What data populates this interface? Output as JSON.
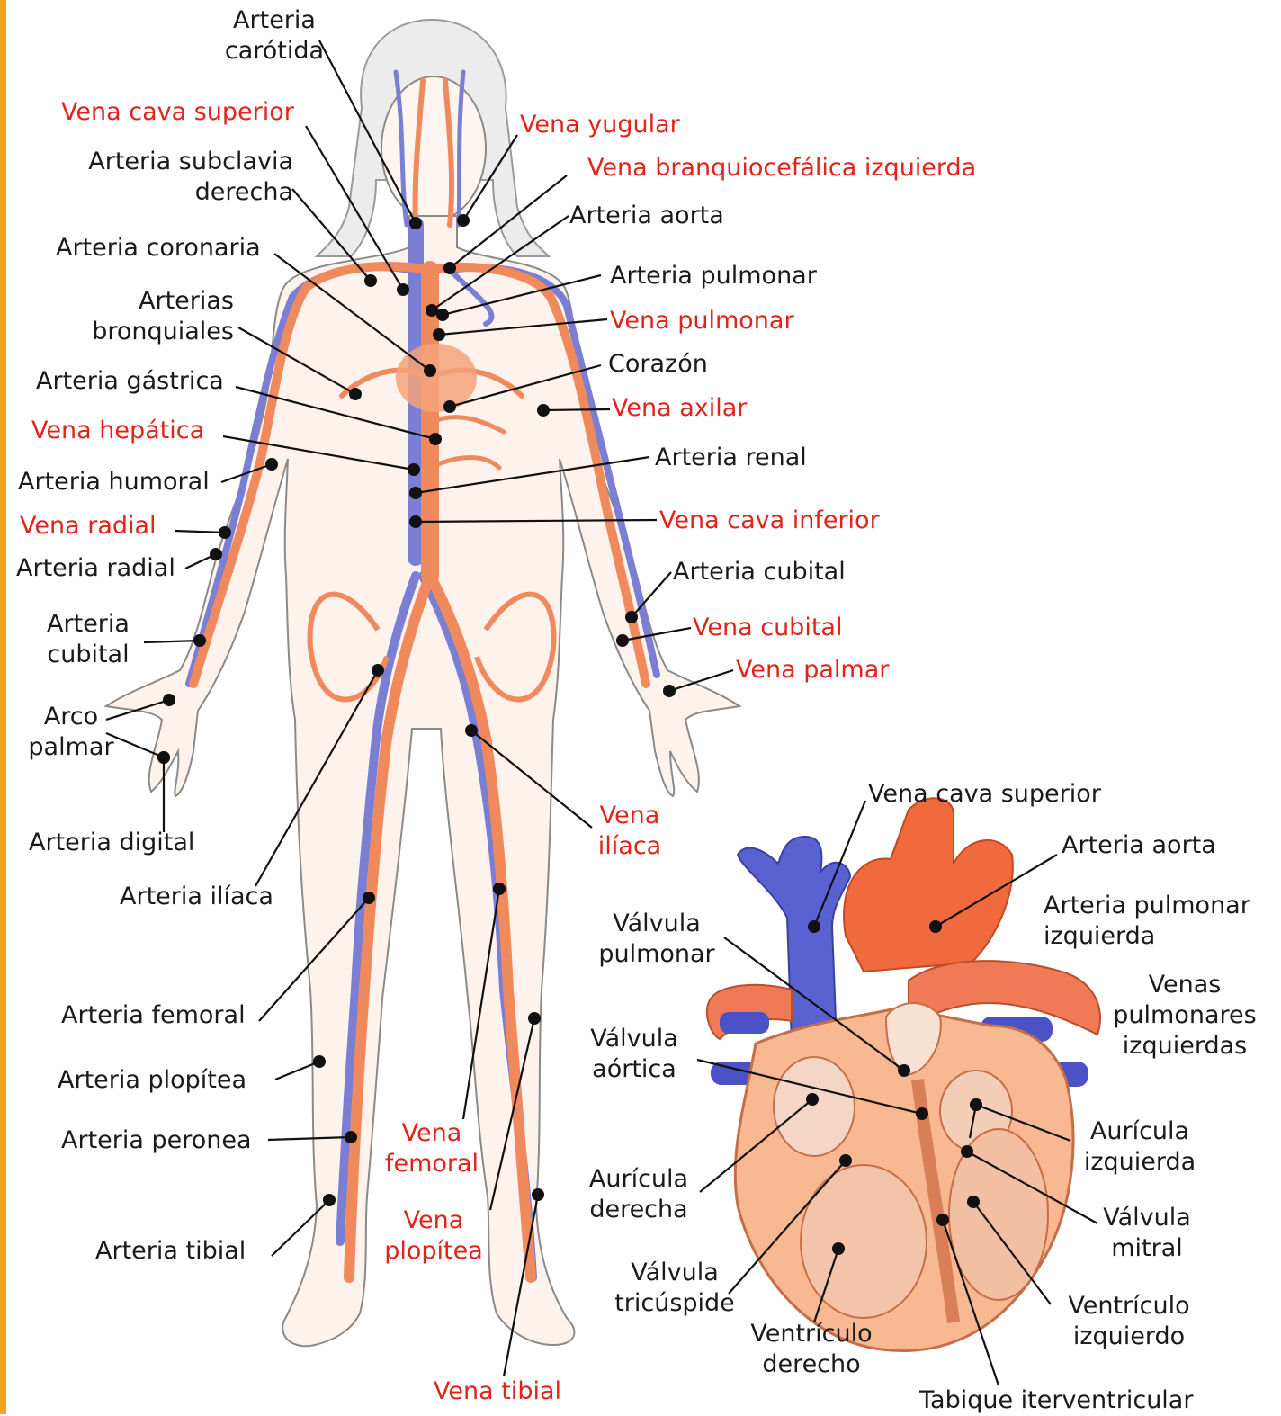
{
  "colors": {
    "artery_text": "#1a1a1a",
    "vein_text": "#e0241b",
    "artery_vessel": "#f08a5d",
    "vein_vessel": "#7b7fd3",
    "side_bar": "#f2a21d",
    "body_outline": "#7a7a7a",
    "heart_muscle": "#f7b892"
  },
  "body_labels": {
    "arteria_carotida": "Arteria\ncarótida",
    "vena_cava_superior": "Vena cava superior",
    "vena_yugular": "Vena yugular",
    "arteria_subclavia_derecha": "Arteria  subclavia\nderecha",
    "vena_branquiocefalica": "Vena branquiocefálica izquierda",
    "arteria_aorta": "Arteria aorta",
    "arteria_coronaria": "Arteria coronaria",
    "arteria_pulmonar": "Arteria pulmonar",
    "arterias_bronquiales": "Arterias\nbronquiales",
    "vena_pulmonar": "Vena pulmonar",
    "corazon": "Corazón",
    "arteria_gastrica": "Arteria gástrica",
    "vena_axilar": "Vena axilar",
    "vena_hepatica": "Vena hepática",
    "arteria_renal": "Arteria renal",
    "arteria_humoral": "Arteria humoral",
    "vena_radial": "Vena radial",
    "vena_cava_inferior": "Vena cava inferior",
    "arteria_radial": "Arteria radial",
    "arteria_cubital_right": "Arteria cubital",
    "arteria_cubital_left": "Arteria\ncubital",
    "vena_cubital": "Vena cubital",
    "vena_palmar": "Vena palmar",
    "arco_palmar": "Arco\npalmar",
    "arteria_digital": "Arteria digital",
    "vena_iliaca": "Vena\nilíaca",
    "arteria_iliaca": "Arteria ilíaca",
    "arteria_femoral": "Arteria femoral",
    "arteria_plopitea": "Arteria plopítea",
    "arteria_peronea": "Arteria peronea",
    "vena_femoral": "Vena\nfemoral",
    "vena_plopitea": "Vena\nplopítea",
    "arteria_tibial": "Arteria tibial",
    "vena_tibial": "Vena tibial"
  },
  "heart_labels": {
    "vena_cava_superior": "Vena cava superior",
    "arteria_aorta": "Arteria aorta",
    "arteria_pulmonar_izquierda": "Arteria pulmonar\nizquierda",
    "valvula_pulmonar": "Válvula\npulmonar",
    "venas_pulmonares_izquierdas": "Venas\npulmonares\nizquierdas",
    "valvula_aortica": "Válvula\naórtica",
    "auricula_izquierda": "Aurícula\nizquierda",
    "auricula_derecha": "Aurícula\nderecha",
    "valvula_mitral": "Válvula\nmitral",
    "valvula_tricuspide": "Válvula\ntricúspide",
    "ventriculo_izquierdo": "Ventrículo\nizquierdo",
    "ventriculo_derecho": "Ventrículo\nderecho",
    "tabique_interventricular": "Tabique iterventricular"
  }
}
